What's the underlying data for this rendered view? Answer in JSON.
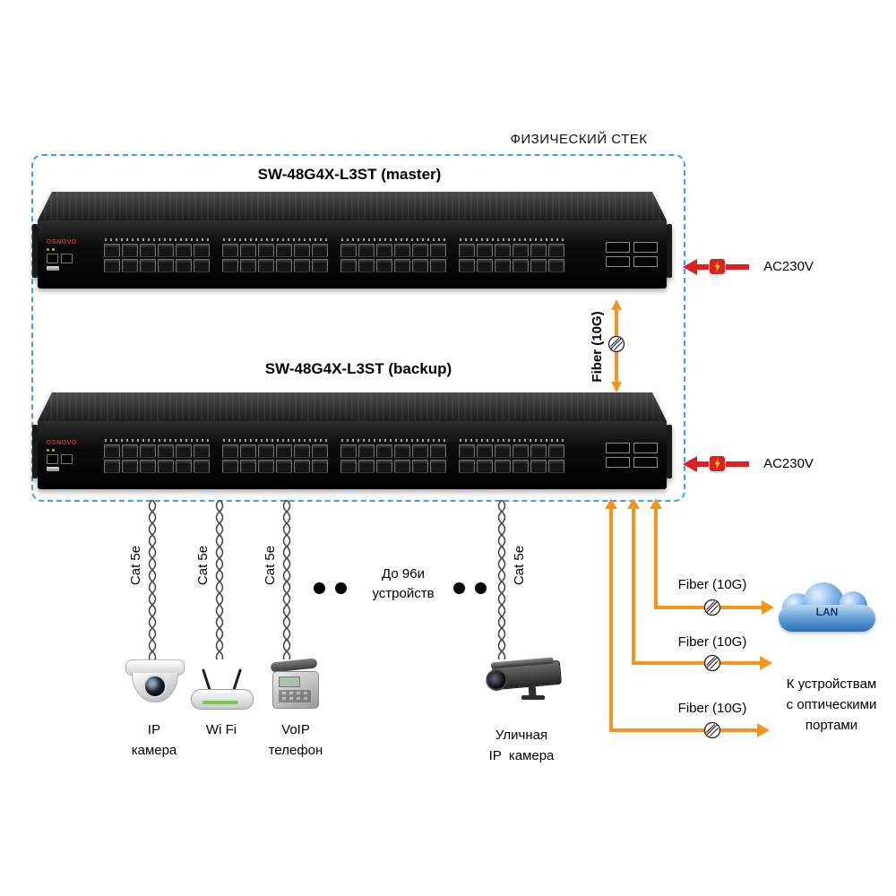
{
  "title": "ФИЗИЧЕСКИЙ СТЕК",
  "switches": {
    "brand": "OSNOVO",
    "master": {
      "label": "SW-48G4X-L3ST (master)"
    },
    "backup": {
      "label": "SW-48G4X-L3ST (backup)"
    }
  },
  "power": {
    "label": "AC230V"
  },
  "stack_link": {
    "label": "Fiber (10G)"
  },
  "access": {
    "cable_label": "Cat 5e",
    "note": {
      "line1": "До 96и",
      "line2": "устройств"
    },
    "devices": {
      "ip_camera": {
        "line1": "IP",
        "line2": "камера"
      },
      "wifi": {
        "line1": "Wi Fi"
      },
      "voip": {
        "line1": "VoIP",
        "line2": "телефон"
      },
      "outdoor_camera": {
        "line1": "Уличная",
        "line2": "IP  камера"
      }
    }
  },
  "uplinks": {
    "fiber_top": {
      "label": "Fiber (10G)"
    },
    "fiber_middle": {
      "label": "Fiber (10G)"
    },
    "fiber_bottom": {
      "label": "Fiber (10G)"
    },
    "cloud": {
      "label": "LAN"
    },
    "note": {
      "line1": "К устройствам",
      "line2": "с оптическими",
      "line3": "портами"
    }
  },
  "colors": {
    "orange": "#F7941E",
    "red": "#E01F1F",
    "stack_border": "#38A0F8",
    "cloud_blue": "#5B9BD5"
  }
}
